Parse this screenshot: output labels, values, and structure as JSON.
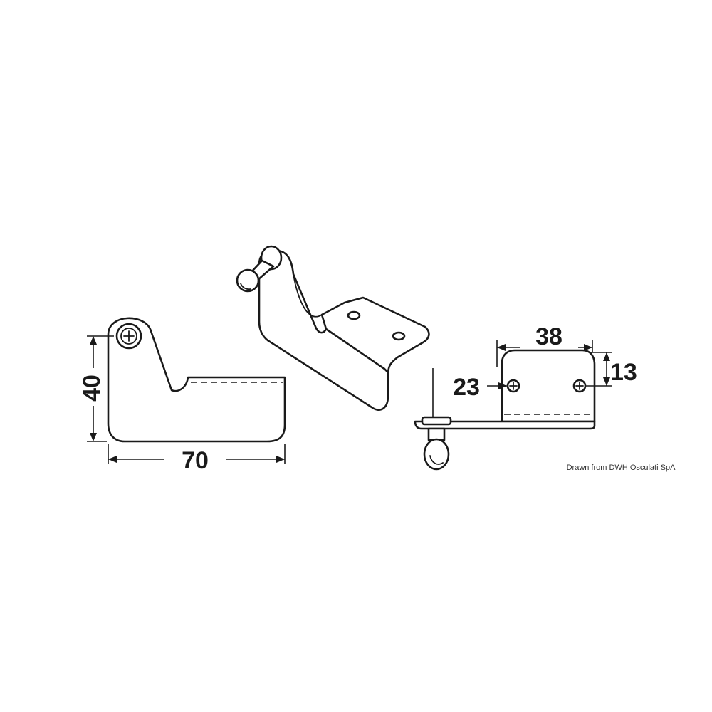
{
  "dimensions": {
    "height": "40",
    "width": "70",
    "hole_spacing": "38",
    "hole_offset": "13",
    "stud_offset": "23"
  },
  "credit": "Drawn from DWH Osculati SpA"
}
